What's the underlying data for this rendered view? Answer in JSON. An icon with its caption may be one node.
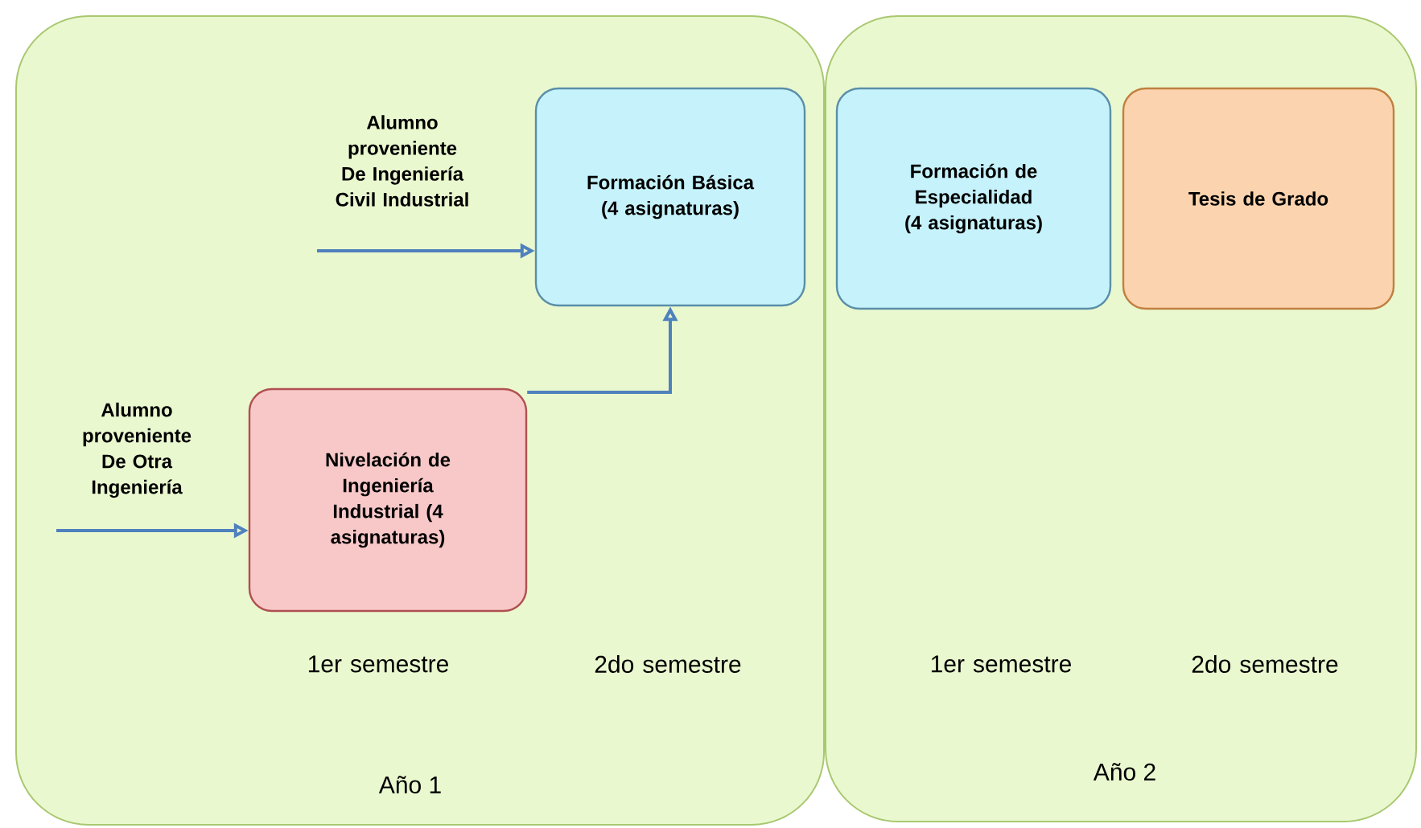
{
  "diagram": {
    "nodes": [
      {
        "text": [
          "Año 1"
        ]
      },
      {
        "text": [
          "Año 2"
        ]
      },
      {
        "text": [
          "Formación Básica (4 asignaturas)"
        ],
        "in": 0
      },
      {
        "text": [
          "Nivelación de Ingeniería Industrial (4 asignaturas)"
        ],
        "in": 0
      },
      {
        "text": [
          "Formación de Especialidad (4 asignaturas)"
        ],
        "in": 1
      },
      {
        "text": [
          "Tesis de Grado"
        ],
        "in": 1
      }
    ],
    "edges": [
      {
        "from": null,
        "to": 2,
        "arrow": "to"
      },
      {
        "from": null,
        "to": 3,
        "arrow": "to"
      },
      {
        "from": 3,
        "to": 2,
        "arrow": "to"
      }
    ],
    "labels": [
      "Alumno proveniente De Ingeniería Civil Industrial",
      "Alumno proveniente De Otra Ingeniería",
      "1er semestre",
      "2do semestre",
      "1er semestre",
      "2do semestre"
    ]
  }
}
